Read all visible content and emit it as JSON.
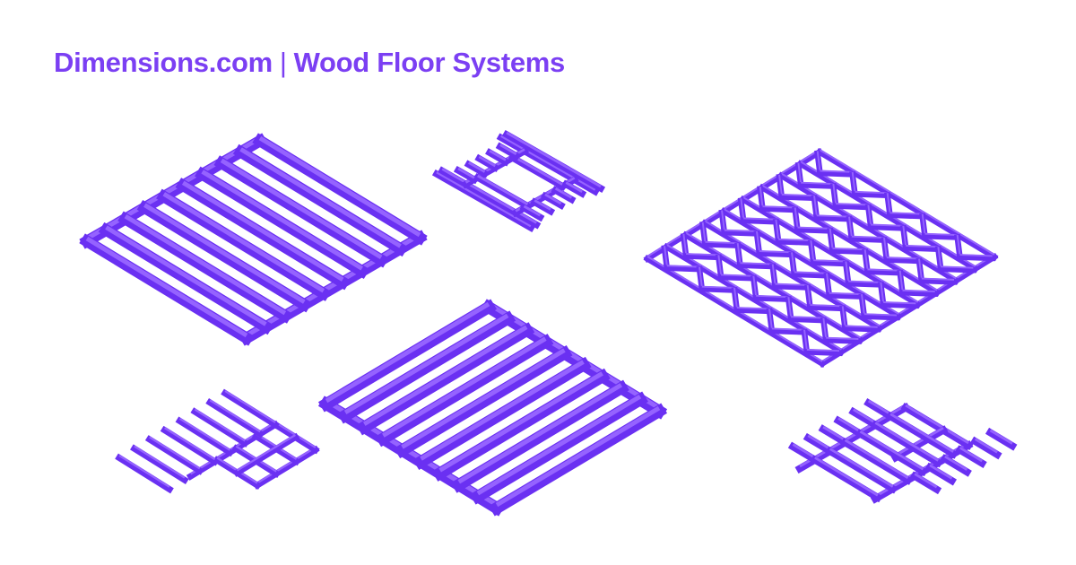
{
  "header": {
    "brand": "Dimensions.com",
    "separator": "|",
    "title": "Wood Floor Systems"
  },
  "colors": {
    "title": "#7b3ff3",
    "member_side": "#6a30f2",
    "member_top": "#9563ff"
  },
  "illustrations": [
    {
      "name": "joist-floor-frame"
    },
    {
      "name": "floor-opening-framing"
    },
    {
      "name": "open-web-truss-floor"
    },
    {
      "name": "cantilever-joists"
    },
    {
      "name": "rim-joist-floor-frame"
    },
    {
      "name": "joist-header-assembly"
    }
  ]
}
